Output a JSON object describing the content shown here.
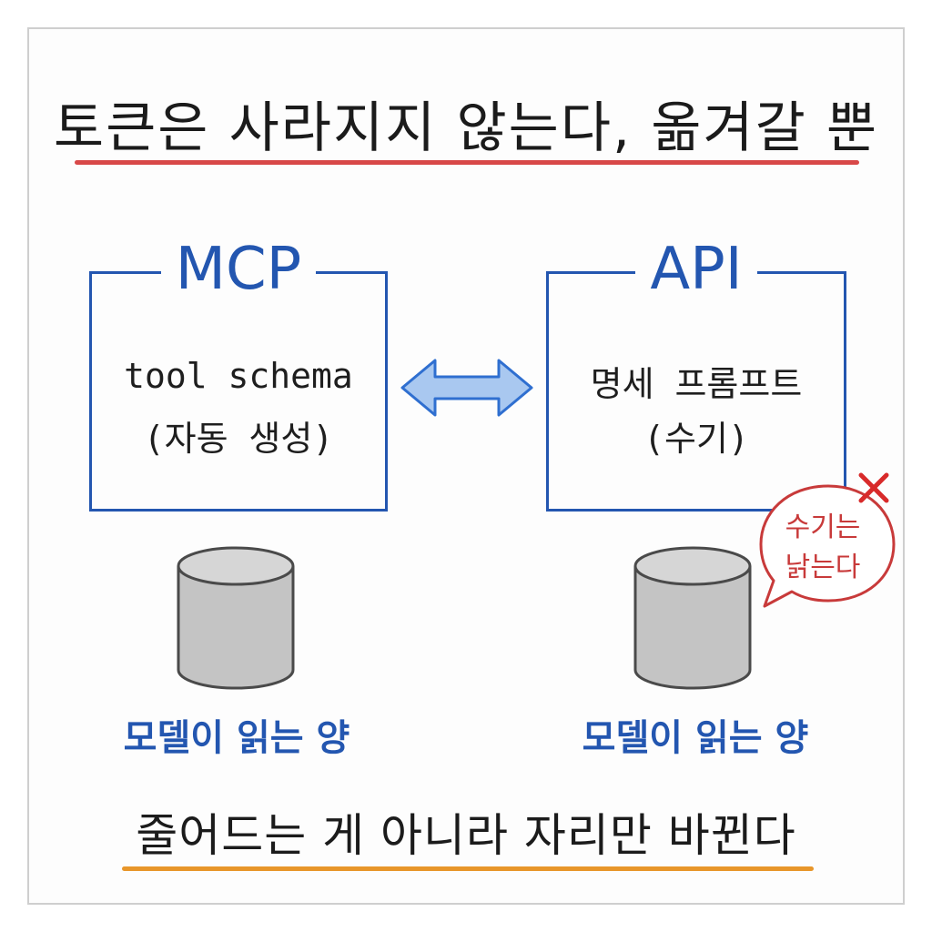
{
  "title": "토큰은 사라지지 않는다, 옮겨갈 뿐",
  "left_box": {
    "label": "MCP",
    "line1": "tool schema",
    "line2": "(자동 생성)",
    "caption": "모델이 읽는 양"
  },
  "right_box": {
    "label": "API",
    "line1": "명세 프롬프트",
    "line2": "(수기)",
    "caption": "모델이 읽는 양",
    "bubble_line1": "수기는",
    "bubble_line2": "낡는다"
  },
  "bottom_text": "줄어드는 게 아니라 자리만 바뀐다",
  "colors": {
    "blue": "#2356b0",
    "red": "#d84848",
    "orange": "#e8962a",
    "arrow_fill": "#a9c8f0",
    "cylinder": "#c4c4c4"
  },
  "icons": [
    "double-arrow-icon",
    "database-icon",
    "speech-bubble-icon",
    "x-mark-icon"
  ]
}
